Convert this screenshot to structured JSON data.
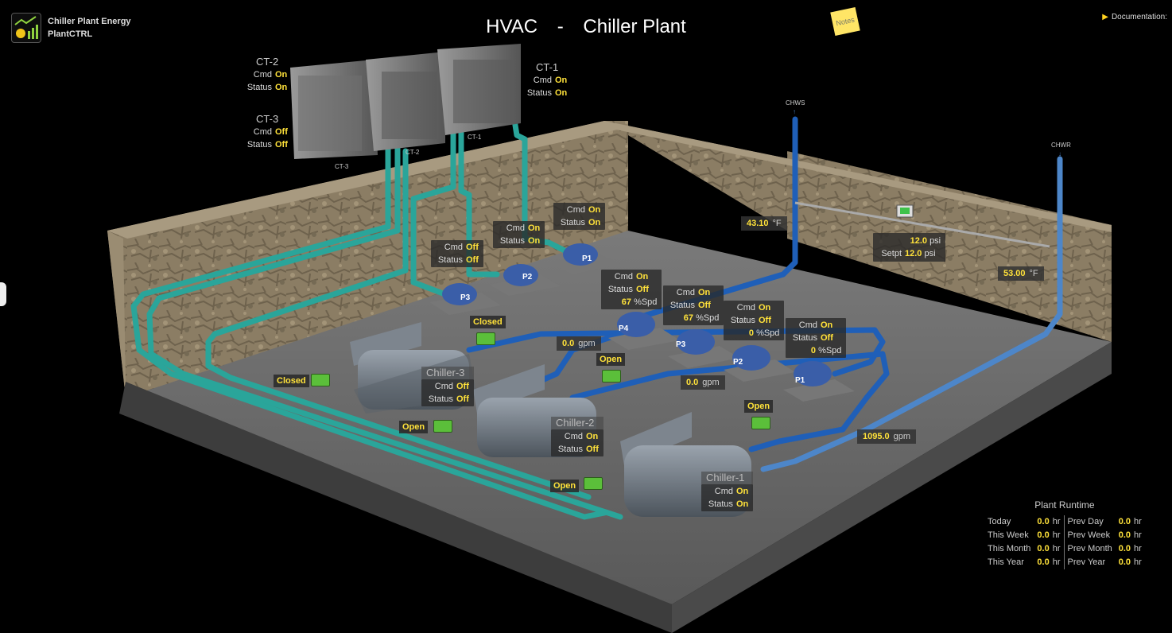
{
  "app": {
    "line1": "Chiller Plant Energy",
    "line2": "PlantCTRL"
  },
  "title": {
    "left": "HVAC",
    "sep": "-",
    "right": "Chiller Plant"
  },
  "documentation": "Documentation:",
  "notes": "Notes",
  "cooling_towers": [
    {
      "name": "CT-1",
      "cmd": "On",
      "status": "On",
      "tag": "CT-1"
    },
    {
      "name": "CT-2",
      "cmd": "On",
      "status": "On",
      "tag": "CT-2"
    },
    {
      "name": "CT-3",
      "cmd": "Off",
      "status": "Off",
      "tag": "CT-3"
    }
  ],
  "labels": {
    "cmd": "Cmd",
    "status": "Status",
    "setpt": "Setpt",
    "spd_unit": "%Spd",
    "gpm": "gpm",
    "psi": "psi",
    "degF": "°F",
    "hr": "hr"
  },
  "cw_pumps": [
    {
      "tag": "P1",
      "cmd": "On",
      "status": "On"
    },
    {
      "tag": "P2",
      "cmd": "On",
      "status": "On"
    },
    {
      "tag": "P3",
      "cmd": "Off",
      "status": "Off"
    }
  ],
  "chw_pumps": [
    {
      "tag": "P4",
      "cmd": "On",
      "status": "Off",
      "spd": "67"
    },
    {
      "tag": "P3",
      "cmd": "On",
      "status": "Off",
      "spd": "67"
    },
    {
      "tag": "P2",
      "cmd": "On",
      "status": "Off",
      "spd": "0"
    },
    {
      "tag": "P1",
      "cmd": "On",
      "status": "Off",
      "spd": "0"
    }
  ],
  "chillers": [
    {
      "name": "Chiller-1",
      "cmd": "On",
      "status": "On"
    },
    {
      "name": "Chiller-2",
      "cmd": "On",
      "status": "Off"
    },
    {
      "name": "Chiller-3",
      "cmd": "Off",
      "status": "Off"
    }
  ],
  "valves": {
    "v_top_closed": "Closed",
    "v_left_closed": "Closed",
    "v_mid_open": "Open",
    "v_left_open": "Open",
    "v_right_open": "Open",
    "v_front_open": "Open"
  },
  "flows": {
    "f1": "0.0",
    "f2": "0.0",
    "f3": "1095.0"
  },
  "chws": {
    "tag": "CHWS",
    "temp": "43.10"
  },
  "chwr": {
    "tag": "CHWR",
    "temp": "53.00"
  },
  "dp": {
    "value": "12.0",
    "setpt": "12.0"
  },
  "runtime": {
    "title": "Plant Runtime",
    "rows": [
      {
        "l1": "Today",
        "v1": "0.0",
        "l2": "Prev Day",
        "v2": "0.0"
      },
      {
        "l1": "This Week",
        "v1": "0.0",
        "l2": "Prev Week",
        "v2": "0.0"
      },
      {
        "l1": "This Month",
        "v1": "0.0",
        "l2": "Prev Month",
        "v2": "0.0"
      },
      {
        "l1": "This Year",
        "v1": "0.0",
        "l2": "Prev Year",
        "v2": "0.0"
      }
    ]
  },
  "colors": {
    "value": "#ffe23a",
    "cw_pipe": "#2aa59a",
    "chw_pipe": "#1f5fb8",
    "chwr_pipe": "#4d86c9"
  }
}
